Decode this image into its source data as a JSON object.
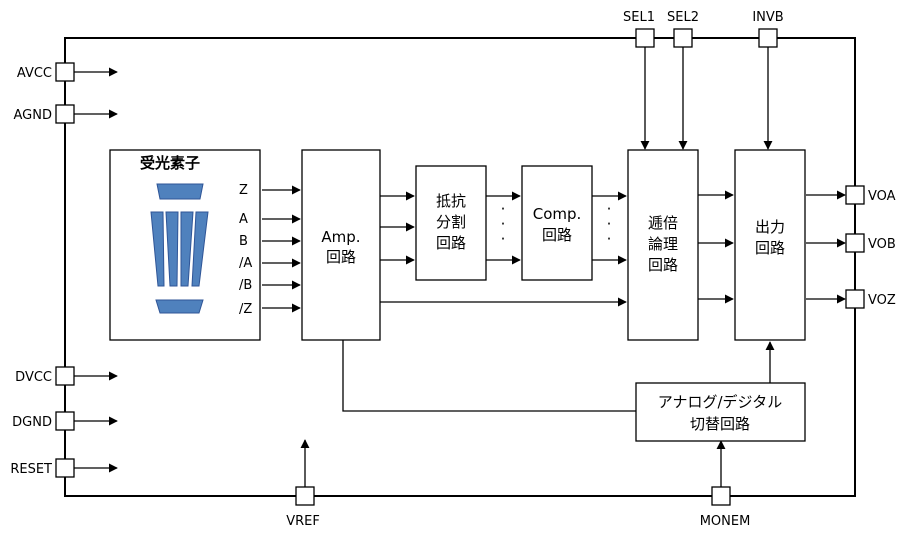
{
  "pins": {
    "avcc": "AVCC",
    "agnd": "AGND",
    "dvcc": "DVCC",
    "dgnd": "DGND",
    "reset": "RESET",
    "sel1": "SEL1",
    "sel2": "SEL2",
    "invb": "INVB",
    "voa": "VOA",
    "vob": "VOB",
    "voz": "VOZ",
    "vref": "VREF",
    "monem": "MONEM"
  },
  "blocks": {
    "photo": {
      "title": "受光素子"
    },
    "photo_signals": [
      "Z",
      "A",
      "B",
      "/A",
      "/B",
      "/Z"
    ],
    "amp": {
      "line1": "Amp.",
      "line2": "回路"
    },
    "divider": {
      "line1": "抵抗",
      "line2": "分割",
      "line3": "回路"
    },
    "comp": {
      "line1": "Comp.",
      "line2": "回路"
    },
    "logic": {
      "line1": "逓倍",
      "line2": "論理",
      "line3": "回路"
    },
    "output": {
      "line1": "出力",
      "line2": "回路"
    },
    "switch": {
      "line1": "アナログ/デジタル",
      "line2": "切替回路"
    }
  },
  "dots": "·"
}
